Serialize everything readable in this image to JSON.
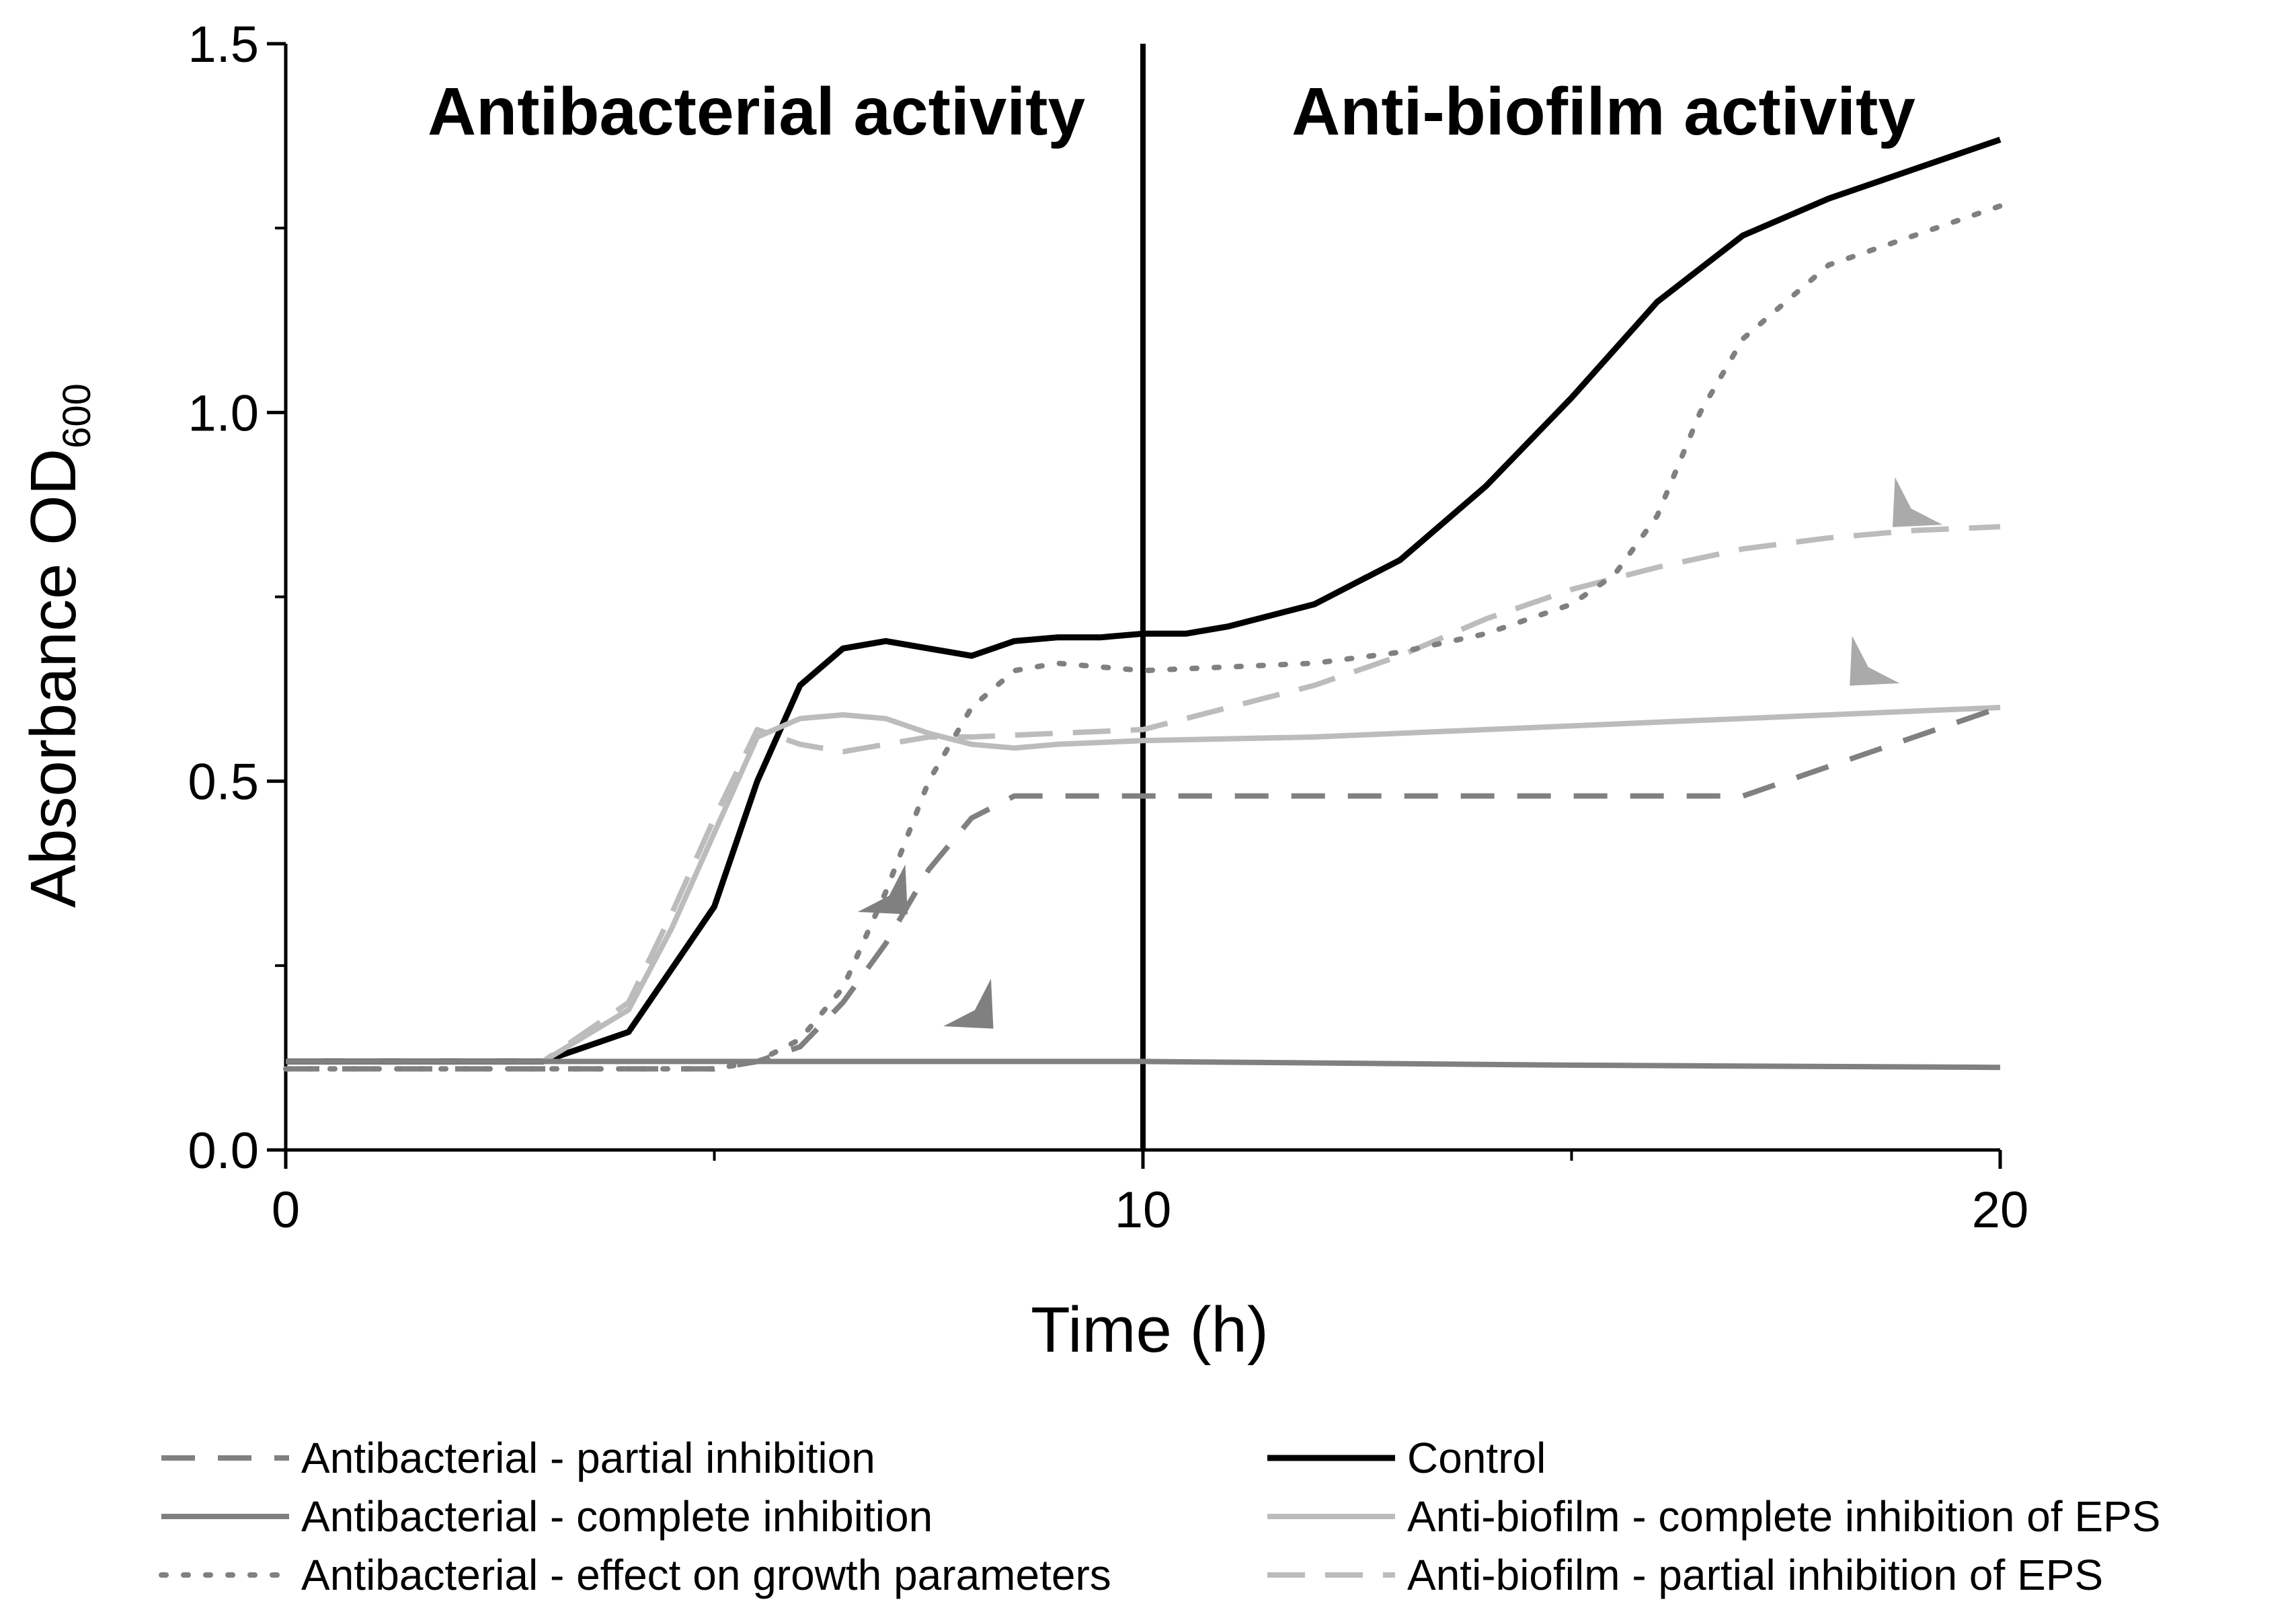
{
  "chart_data": {
    "type": "line",
    "title": "",
    "xlabel": "Time (h)",
    "ylabel_main": "Absorbance OD",
    "ylabel_sub": "600",
    "xlim": [
      0,
      20
    ],
    "ylim": [
      0,
      1.5
    ],
    "x_ticks": [
      0,
      10,
      20
    ],
    "x_minor_ticks": [
      5,
      15
    ],
    "x_tick_labels": [
      "0",
      "10",
      "20"
    ],
    "y_ticks": [
      0,
      0.5,
      1.0,
      1.5
    ],
    "y_minor_ticks": [
      0.25,
      0.75,
      1.25
    ],
    "y_tick_labels": [
      "0.0",
      "0.5",
      "1.0",
      "1.5"
    ],
    "divider_x": 10,
    "regions": [
      {
        "label": "Antibacterial activity"
      },
      {
        "label": "Anti-biofilm activity"
      }
    ],
    "series": [
      {
        "name": "Control",
        "color": "#000000",
        "dash": "solid",
        "x": [
          0,
          3,
          4,
          5,
          5.5,
          6,
          6.5,
          7,
          7.5,
          8,
          8.5,
          9,
          9.5,
          10,
          10.5,
          11,
          12,
          13,
          14,
          15,
          16,
          17,
          18,
          19,
          20
        ],
        "y": [
          0.12,
          0.12,
          0.16,
          0.33,
          0.5,
          0.63,
          0.68,
          0.69,
          0.68,
          0.67,
          0.69,
          0.695,
          0.695,
          0.7,
          0.7,
          0.71,
          0.74,
          0.8,
          0.9,
          1.02,
          1.15,
          1.24,
          1.29,
          1.33,
          1.37
        ]
      },
      {
        "name": "Anti-biofilm - complete inhibition of EPS",
        "color": "#bcbcbc",
        "dash": "solid",
        "x": [
          0,
          3,
          4,
          4.5,
          5,
          5.5,
          6,
          6.5,
          7,
          7.5,
          8,
          8.5,
          9,
          10,
          12,
          14,
          16,
          18,
          20
        ],
        "y": [
          0.12,
          0.12,
          0.19,
          0.3,
          0.43,
          0.56,
          0.585,
          0.59,
          0.585,
          0.565,
          0.55,
          0.545,
          0.55,
          0.555,
          0.56,
          0.57,
          0.58,
          0.59,
          0.6
        ]
      },
      {
        "name": "Anti-biofilm - partial inhibition of EPS",
        "color": "#bcbcbc",
        "dash": "long",
        "x": [
          0,
          3,
          4,
          4.5,
          5,
          5.5,
          6,
          6.5,
          7,
          7.5,
          8,
          9,
          10,
          11,
          12,
          13,
          14,
          15,
          16,
          17,
          18,
          19,
          20
        ],
        "y": [
          0.12,
          0.12,
          0.2,
          0.32,
          0.45,
          0.57,
          0.55,
          0.54,
          0.55,
          0.56,
          0.56,
          0.565,
          0.57,
          0.6,
          0.63,
          0.67,
          0.72,
          0.76,
          0.79,
          0.815,
          0.83,
          0.84,
          0.845
        ]
      },
      {
        "name": "Antibacterial - partial inhibition",
        "color": "#808080",
        "dash": "medium",
        "x": [
          0,
          5,
          5.5,
          6,
          6.5,
          7,
          7.5,
          8,
          8.5,
          9,
          10,
          12,
          14,
          16,
          17,
          18,
          19,
          20
        ],
        "y": [
          0.11,
          0.11,
          0.12,
          0.14,
          0.2,
          0.28,
          0.38,
          0.45,
          0.48,
          0.48,
          0.48,
          0.48,
          0.48,
          0.48,
          0.48,
          0.52,
          0.56,
          0.6
        ]
      },
      {
        "name": "Antibacterial - complete inhibition",
        "color": "#808080",
        "dash": "solid",
        "x": [
          0,
          5,
          10,
          15,
          20
        ],
        "y": [
          0.12,
          0.12,
          0.12,
          0.115,
          0.112
        ]
      },
      {
        "name": "Antibacterial - effect on growth parameters",
        "color": "#808080",
        "dash": "dot",
        "x": [
          0,
          5,
          5.5,
          6,
          6.5,
          7,
          7.5,
          8,
          8.5,
          9,
          10,
          11,
          12,
          13,
          14,
          15,
          15.5,
          16,
          16.5,
          17,
          18,
          19,
          20
        ],
        "y": [
          0.11,
          0.11,
          0.12,
          0.15,
          0.22,
          0.35,
          0.5,
          0.6,
          0.65,
          0.66,
          0.65,
          0.655,
          0.66,
          0.675,
          0.7,
          0.74,
          0.78,
          0.86,
          1.0,
          1.1,
          1.2,
          1.24,
          1.28
        ]
      }
    ],
    "arrows": [
      {
        "x": 6.95,
        "y": 0.355,
        "color": "#808080",
        "points": "lower-right"
      },
      {
        "x": 7.95,
        "y": 0.2,
        "color": "#808080",
        "points": "lower-right"
      },
      {
        "x": 19.05,
        "y": 0.88,
        "color": "#aaaaaa",
        "points": "lower-left"
      },
      {
        "x": 18.55,
        "y": 0.665,
        "color": "#aaaaaa",
        "points": "lower-left"
      }
    ],
    "legend": {
      "placement": "bottom",
      "columns": [
        [
          "Antibacterial - partial inhibition",
          "Antibacterial - complete inhibition",
          "Antibacterial - effect on growth parameters"
        ],
        [
          "Control",
          "Anti-biofilm - complete inhibition of EPS",
          "Anti-biofilm - partial inhibition of EPS"
        ]
      ]
    }
  }
}
